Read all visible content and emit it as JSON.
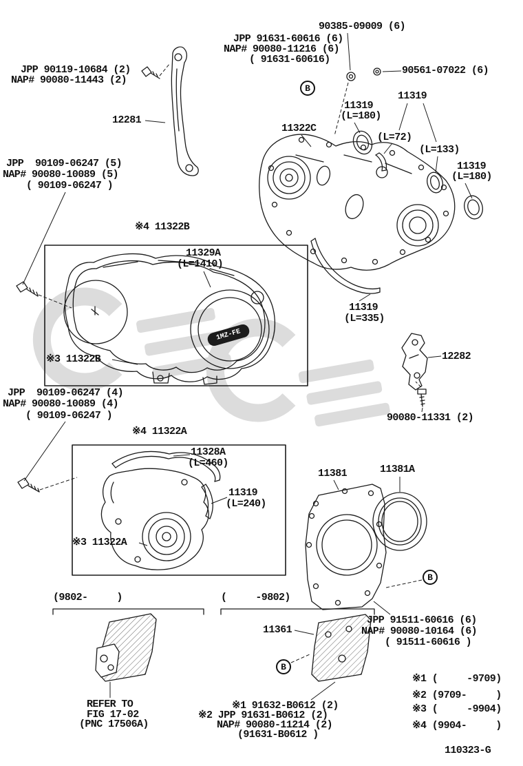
{
  "figure": {
    "code": "110323-G",
    "bolt_marker": "B"
  },
  "engine_badge": "1MZ-FE",
  "callouts": {
    "grommet_90385": "90385-09009 (6)",
    "stud_91631": {
      "jpp": "JPP 91631-60616 (6)",
      "nap": "NAP# 90080-11216 (6)",
      "alt": "( 91631-60616)"
    },
    "bolt_90119": {
      "jpp": "JPP 90119-10684 (2)",
      "nap": "NAP# 90080-11443 (2)"
    },
    "bolt_90561": "90561-07022 (6)",
    "seal_180_top": {
      "part": "11319",
      "len": "(L=180)"
    },
    "seal_pair": {
      "part": "11319",
      "len_a": "(L=72)",
      "len_b": "(L=133)"
    },
    "seal_180_right": {
      "part": "11319",
      "len": "(L=180)"
    },
    "bracket_12281": "12281",
    "cover_11322c": "11322C",
    "bolt_90109_5": {
      "jpp": "JPP  90109-06247 (5)",
      "nap": "NAP# 90080-10089 (5)",
      "alt": "( 90109-06247 )"
    },
    "group_11322b": {
      "title": "※4 11322B",
      "gasket": "11329A",
      "gasket_len": "(L=1410)",
      "cover": "※3 11322B"
    },
    "seal_335": {
      "part": "11319",
      "len": "(L=335)"
    },
    "bracket_12282": "12282",
    "bolt_90080_11331": "90080-11331 (2)",
    "bolt_90109_4": {
      "jpp": "JPP  90109-06247 (4)",
      "nap": "NAP# 90080-10089 (4)",
      "alt": "( 90109-06247 )"
    },
    "group_11322a": {
      "title": "※4 11322A",
      "gasket": "11328A",
      "gasket_len": "(L=460)",
      "seal": "11319",
      "seal_len": "(L=240)",
      "cover": "※3 11322A"
    },
    "retainer_11381": "11381",
    "seal_11381a": "11381A",
    "range_from_9802": "(9802-     )",
    "range_to_9802": "(     -9802)",
    "plate_11361": "11361",
    "stud_91511": {
      "jpp": "JPP 91511-60616 (6)",
      "nap": "NAP# 90080-10164 (6)",
      "alt": "( 91511-60616 )"
    },
    "refer": {
      "l1": "REFER TO",
      "l2": "FIG 17-02",
      "l3": "(PNC 17506A)"
    },
    "stud_b0612": {
      "l1": "※1 91632-B0612 (2)",
      "l2": "※2 JPP 91631-B0612 (2)",
      "l3": "NAP# 90080-11214 (2)",
      "l4": "(91631-B0612 )"
    },
    "notes": [
      "※1 (     -9709)",
      "※2 (9709-     )",
      "※3 (     -9904)",
      "※4 (9904-     )"
    ]
  }
}
